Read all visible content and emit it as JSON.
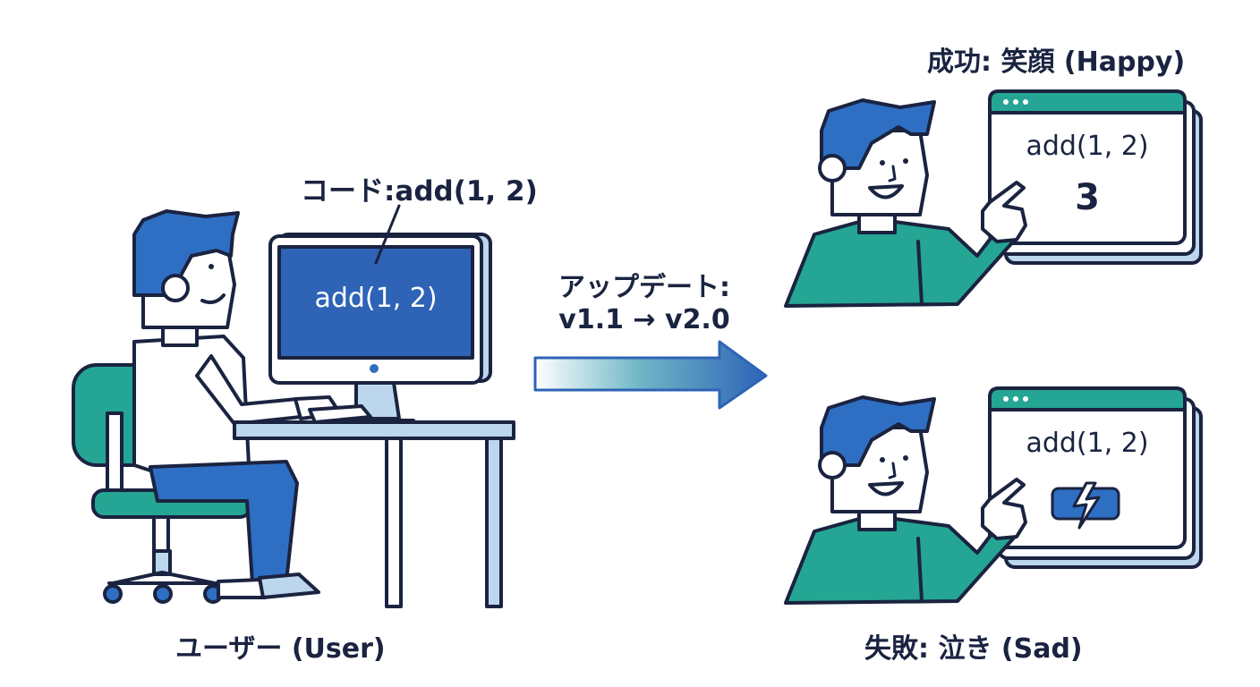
{
  "user": {
    "label": "ユーザー (User)",
    "code_callout": "コード:add(1, 2)",
    "screen_code": "add(1, 2)"
  },
  "update": {
    "line1": "アップデート:",
    "line2": "v1.1 → v2.0"
  },
  "success": {
    "label": "成功: 笑顔 (Happy)",
    "window_code": "add(1, 2)",
    "result": "3"
  },
  "failure": {
    "label": "失敗: 泣き (Sad)",
    "window_code": "add(1, 2)",
    "result_icon": "broken-battery-lightning-icon"
  },
  "colors": {
    "navy": "#1a2340",
    "blue": "#2e6fc4",
    "teal": "#25a593",
    "teal_dark": "#1f8f80",
    "light_blue": "#bcd6ee",
    "screen_bg": "#2e63b6"
  }
}
